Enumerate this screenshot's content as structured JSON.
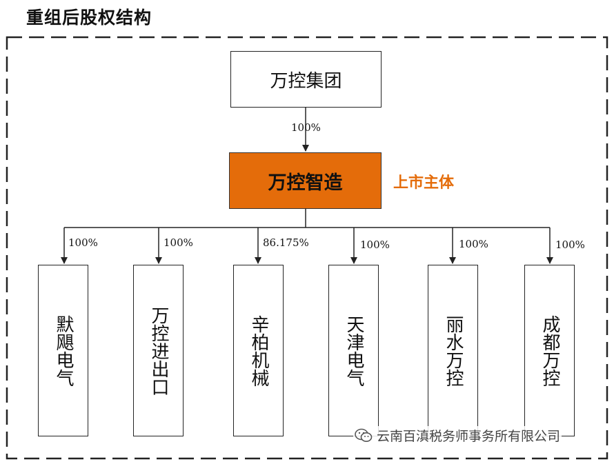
{
  "title": "重组后股权结构",
  "top_entity": "万控集团",
  "top_holding": "100%",
  "main_entity": "万控智造",
  "main_note": "上市主体",
  "subsidiaries": [
    {
      "name": "默飓电气",
      "holding": "100%"
    },
    {
      "name": "万控进出口",
      "holding": "100%"
    },
    {
      "name": "辛柏机械",
      "holding": "86.175%"
    },
    {
      "name": "天津电气",
      "holding": "100%"
    },
    {
      "name": "丽水万控",
      "holding": "100%"
    },
    {
      "name": "成都万控",
      "holding": "100%"
    }
  ],
  "watermark": "云南百滇税务师事务所有限公司",
  "colors": {
    "accent": "#E46C0A",
    "line": "#222222"
  }
}
